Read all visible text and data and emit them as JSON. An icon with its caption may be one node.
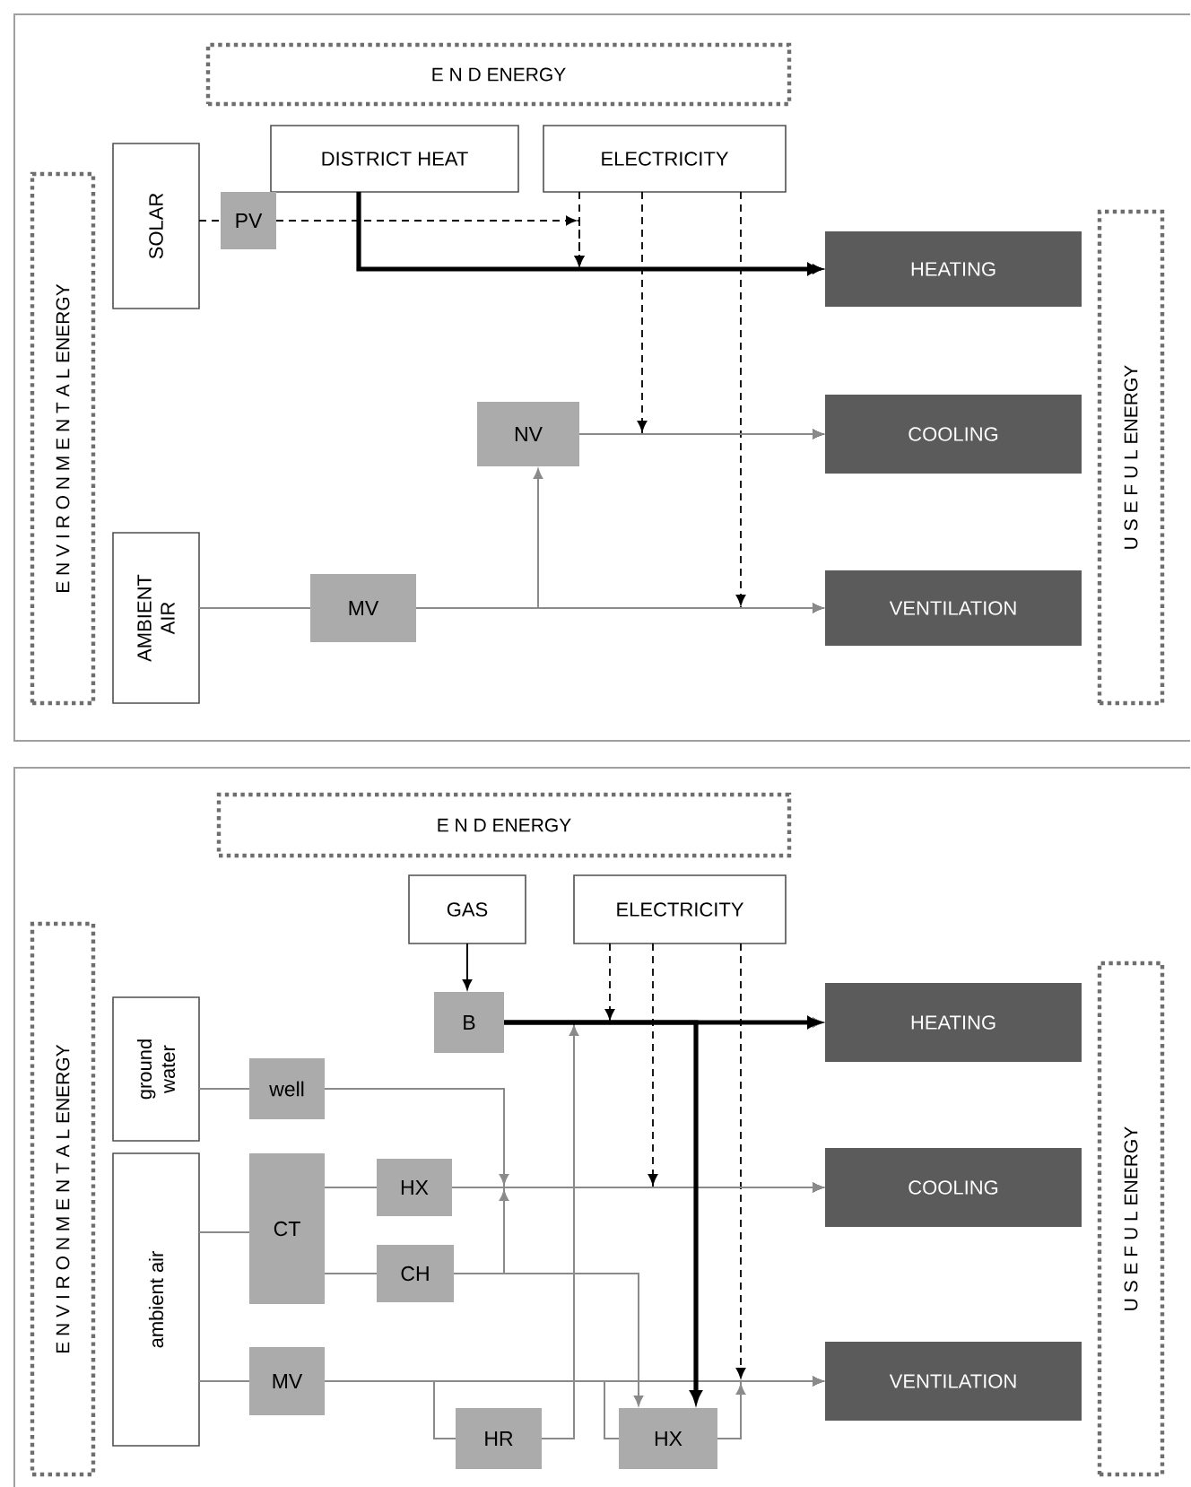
{
  "diagram": {
    "nodes": [
      {
        "text": [
          "E N D ENERGY"
        ]
      },
      {
        "text": [
          "E N V I R O N M E N T A L ENERGY"
        ]
      },
      {
        "text": [
          "U S E F U L ENERGY"
        ]
      },
      {
        "text": [
          "SOLAR"
        ]
      },
      {
        "text": [
          "AMBIENT AIR"
        ]
      },
      {
        "text": [
          "DISTRICT HEAT"
        ]
      },
      {
        "text": [
          "ELECTRICITY"
        ]
      },
      {
        "text": [
          "PV"
        ]
      },
      {
        "text": [
          "NV"
        ]
      },
      {
        "text": [
          "MV"
        ]
      },
      {
        "text": [
          "HEATING"
        ]
      },
      {
        "text": [
          "COOLING"
        ]
      },
      {
        "text": [
          "VENTILATION"
        ]
      },
      {
        "text": [
          "E N D ENERGY"
        ]
      },
      {
        "text": [
          "E N V I R O N M E N T A L ENERGY"
        ]
      },
      {
        "text": [
          "U S E F U L ENERGY"
        ]
      },
      {
        "text": [
          "ground water"
        ]
      },
      {
        "text": [
          "ambient air"
        ]
      },
      {
        "text": [
          "GAS"
        ]
      },
      {
        "text": [
          "ELECTRICITY"
        ]
      },
      {
        "text": [
          "B"
        ]
      },
      {
        "text": [
          "well"
        ]
      },
      {
        "text": [
          "CT"
        ]
      },
      {
        "text": [
          "HX"
        ]
      },
      {
        "text": [
          "CH"
        ]
      },
      {
        "text": [
          "MV"
        ]
      },
      {
        "text": [
          "HR"
        ]
      },
      {
        "text": [
          "HX"
        ]
      },
      {
        "text": [
          "HEATING"
        ]
      },
      {
        "text": [
          "COOLING"
        ]
      },
      {
        "text": [
          "VENTILATION"
        ]
      }
    ],
    "edges": [
      {
        "from": 3,
        "to": 7,
        "arrow": "none",
        "style": "dashed",
        "color": "#000000"
      },
      {
        "from": 7,
        "to": 10,
        "arrow": "to",
        "style": "dashed",
        "color": "#000000"
      },
      {
        "from": 6,
        "to": 10,
        "arrow": "to",
        "style": "dashed",
        "color": "#000000"
      },
      {
        "from": 5,
        "to": 10,
        "arrow": "to",
        "style": "thick",
        "color": "#000000"
      },
      {
        "from": 6,
        "to": 11,
        "arrow": "to",
        "style": "dashed",
        "color": "#000000"
      },
      {
        "from": 6,
        "to": 12,
        "arrow": "to",
        "style": "dashed",
        "color": "#000000"
      },
      {
        "from": 4,
        "to": 9,
        "arrow": "none"
      },
      {
        "from": 9,
        "to": 12,
        "arrow": "to"
      },
      {
        "from": 9,
        "to": 8,
        "arrow": "to"
      },
      {
        "from": 8,
        "to": 11,
        "arrow": "to"
      },
      {
        "from": 18,
        "to": 20,
        "arrow": "to",
        "color": "#000000"
      },
      {
        "from": 20,
        "to": 28,
        "arrow": "to",
        "style": "thick",
        "color": "#000000"
      },
      {
        "from": 19,
        "to": 28,
        "arrow": "to",
        "style": "dashed",
        "color": "#000000"
      },
      {
        "from": 19,
        "to": 29,
        "arrow": "to",
        "style": "dashed",
        "color": "#000000"
      },
      {
        "from": 19,
        "to": 30,
        "arrow": "to",
        "style": "dashed",
        "color": "#000000"
      },
      {
        "from": 16,
        "to": 21,
        "arrow": "none"
      },
      {
        "from": 21,
        "to": 29,
        "arrow": "to"
      },
      {
        "from": 17,
        "to": 22,
        "arrow": "none"
      },
      {
        "from": 22,
        "to": 23,
        "arrow": "none"
      },
      {
        "from": 23,
        "to": 29,
        "arrow": "to"
      },
      {
        "from": 22,
        "to": 24,
        "arrow": "none"
      },
      {
        "from": 24,
        "to": 29,
        "arrow": "to"
      },
      {
        "from": 24,
        "to": 27,
        "arrow": "to"
      },
      {
        "from": 17,
        "to": 25,
        "arrow": "none"
      },
      {
        "from": 25,
        "to": 30,
        "arrow": "to"
      },
      {
        "from": 25,
        "to": 26,
        "arrow": "none"
      },
      {
        "from": 26,
        "to": 28,
        "arrow": "to"
      },
      {
        "from": 20,
        "to": 27,
        "arrow": "to",
        "style": "thick",
        "color": "#000000"
      },
      {
        "from": 25,
        "to": 27,
        "arrow": "none"
      },
      {
        "from": 27,
        "to": 30,
        "arrow": "to"
      }
    ]
  }
}
